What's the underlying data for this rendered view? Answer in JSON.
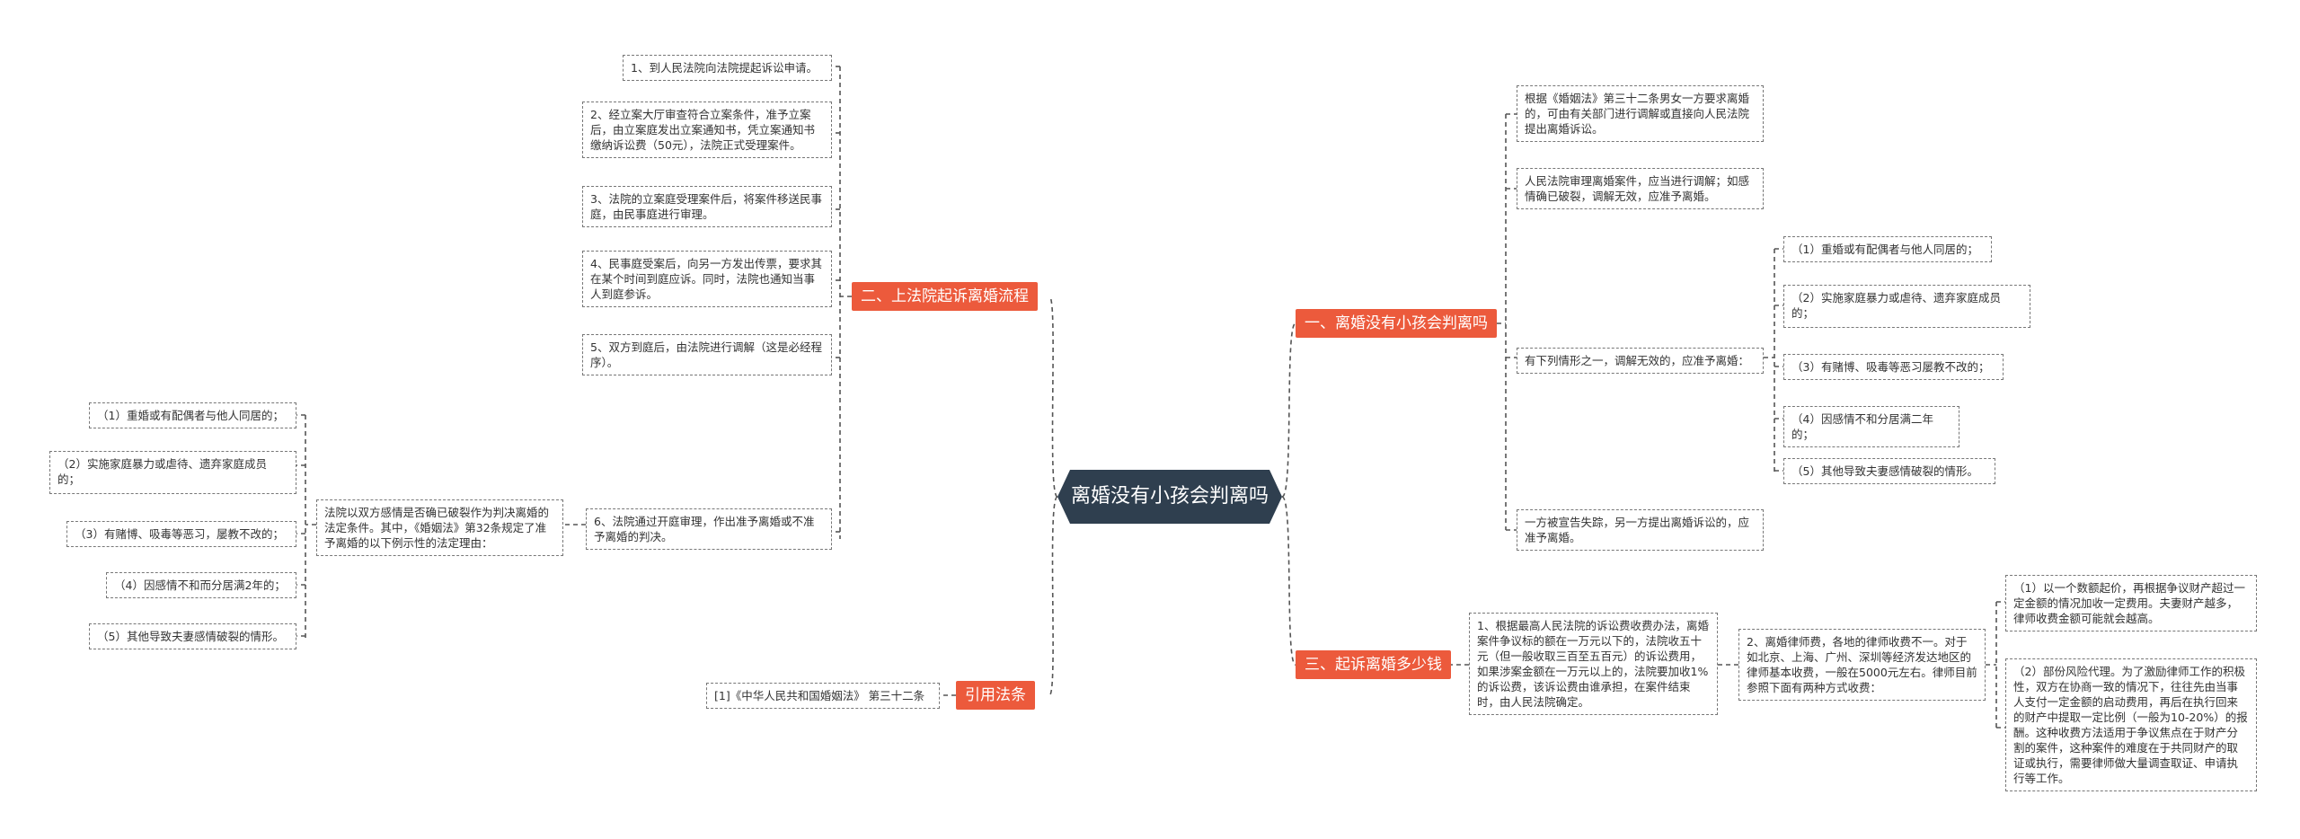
{
  "root": "离婚没有小孩会判离吗",
  "branch_l1": {
    "title": "二、上法院起诉离婚流程",
    "steps": [
      "1、到人民法院向法院提起诉讼申请。",
      "2、经立案大厅审查符合立案条件，准予立案后，由立案庭发出立案通知书，凭立案通知书缴纳诉讼费（50元），法院正式受理案件。",
      "3、法院的立案庭受理案件后，将案件移送民事庭，由民事庭进行审理。",
      "4、民事庭受案后，向另一方发出传票，要求其在某个时间到庭应诉。同时，法院也通知当事人到庭参诉。",
      "5、双方到庭后，由法院进行调解（这是必经程序）。",
      "6、法院通过开庭审理，作出准予离婚或不准予离婚的判决。"
    ],
    "law_intro": "法院以双方感情是否确已破裂作为判决离婚的法定条件。其中，《婚姻法》第32条规定了准予离婚的以下例示性的法定理由：",
    "reasons": [
      "（1）重婚或有配偶者与他人同居的；",
      "（2）实施家庭暴力或虐待、遗弃家庭成员的；",
      "（3）有赌博、吸毒等恶习，屡教不改的；",
      "（4）因感情不和而分居满2年的；",
      "（5）其他导致夫妻感情破裂的情形。"
    ]
  },
  "branch_l2": {
    "title": "引用法条",
    "ref": "[1]《中华人民共和国婚姻法》 第三十二条"
  },
  "branch_r1": {
    "title": "一、离婚没有小孩会判离吗",
    "items": [
      "根据《婚姻法》第三十二条男女一方要求离婚的，可由有关部门进行调解或直接向人民法院提出离婚诉讼。",
      "人民法院审理离婚案件，应当进行调解；如感情确已破裂，调解无效，应准予离婚。",
      "有下列情形之一，调解无效的，应准予离婚：",
      "一方被宣告失踪，另一方提出离婚诉讼的，应准予离婚。"
    ],
    "reasons": [
      "（1）重婚或有配偶者与他人同居的；",
      "（2）实施家庭暴力或虐待、遗弃家庭成员的；",
      "（3）有赌博、吸毒等恶习屡教不改的；",
      "（4）因感情不和分居满二年的；",
      "（5）其他导致夫妻感情破裂的情形。"
    ]
  },
  "branch_r2": {
    "title": "三、起诉离婚多少钱",
    "fee_court": "1、根据最高人民法院的诉讼费收费办法，离婚案件争议标的额在一万元以下的，法院收五十元（但一般收取三百至五百元）的诉讼费用，如果涉案金额在一万元以上的，法院要加收1%的诉讼费，该诉讼费由谁承担，在案件结束时，由人民法院确定。",
    "fee_lawyer": "2、离婚律师费，各地的律师收费不一。对于如北京、上海、广州、深圳等经济发达地区的律师基本收费，一般在5000元左右。律师目前参照下面有两种方式收费：",
    "lawyer_modes": [
      "（1）以一个数额起价，再根据争议财产超过一定金额的情况加收一定费用。夫妻财产越多，律师收费金额可能就会越高。",
      "（2）部份风险代理。为了激励律师工作的积极性，双方在协商一致的情况下，往往先由当事人支付一定金额的启动费用，再后在执行回来的财产中提取一定比例（一般为10-20%）的报酬。这种收费方法适用于争议焦点在于财产分割的案件，这种案件的难度在于共同财产的取证或执行，需要律师做大量调查取证、申请执行等工作。"
    ]
  }
}
